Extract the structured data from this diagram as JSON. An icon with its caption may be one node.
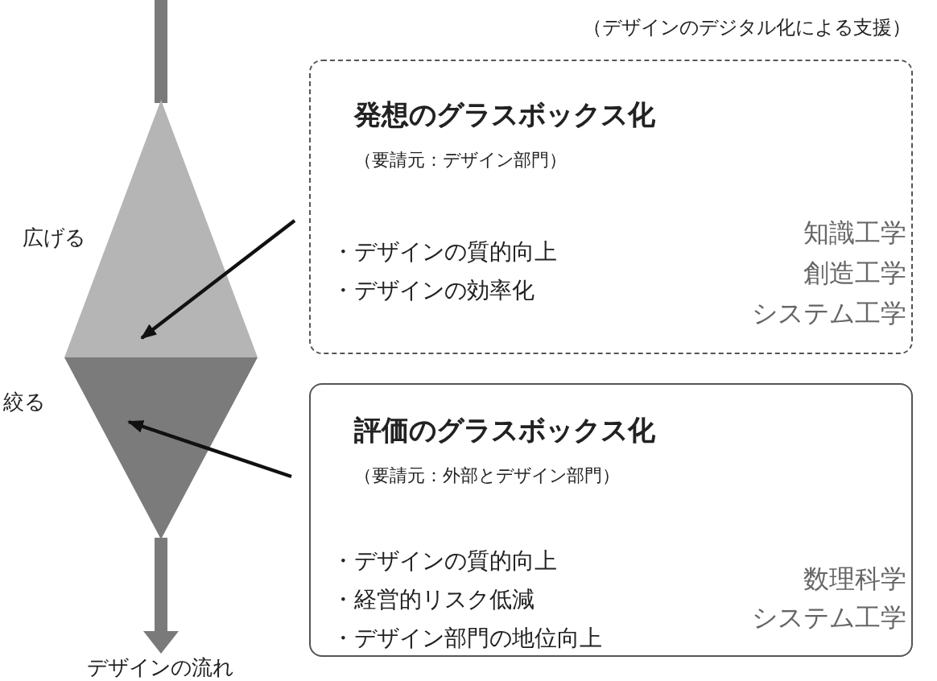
{
  "diagram": {
    "nodes": [
      {
        "text": [],
        "shape": "triangle",
        "beside": [
          "広げる"
        ]
      },
      {
        "text": [],
        "shape": "triangle",
        "beside": [
          "絞る"
        ]
      },
      {
        "text": [
          "発想のグラスボックス化",
          "（要請元：デザイン部門）",
          "・デザインの質的向上",
          "・デザインの効率化",
          "知識工学",
          "創造工学",
          "システム工学"
        ],
        "beside": [
          "（デザインのデジタル化による支援）"
        ]
      },
      {
        "text": [
          "評価のグラスボックス化",
          "（要請元：外部とデザイン部門）",
          "・デザインの質的向上",
          "・経営的リスク低減",
          "・デザイン部門の地位向上",
          "数理科学",
          "システム工学"
        ]
      }
    ],
    "edges": [
      {
        "from": 2,
        "to": 0,
        "arrow": "to"
      },
      {
        "from": 3,
        "to": 1,
        "arrow": "to"
      }
    ],
    "labels": [
      "デザインの流れ"
    ]
  }
}
